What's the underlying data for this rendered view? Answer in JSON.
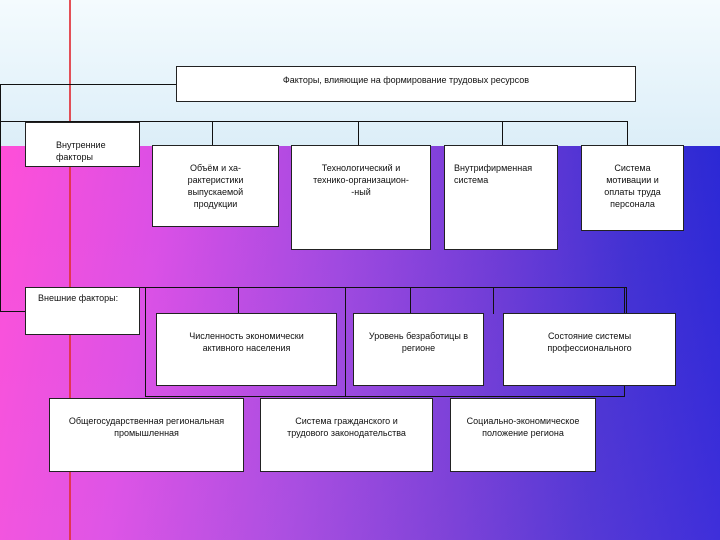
{
  "title": "Факторы, влияющие на формирование трудовых ресурсов",
  "internal": {
    "label": "Внутренние\nфакторы",
    "items": [
      "Объём и ха-\nрактеристики\nвыпускаемой\nпродукции",
      "Технологический и\nтехнико-организацион-\n-ный",
      "Внутрифирменная\nсистема",
      "Система\nмотивации и\nоплаты труда\nперсонала"
    ]
  },
  "external": {
    "label": "Внешние факторы:",
    "row1": [
      "Численность экономически\nактивного населения",
      "Уровень безработицы в\nрегионе",
      "Состояние системы\nпрофессионального"
    ],
    "row2": [
      "Общегосударственная региональная\nпромышленная",
      "Система гражданского и\nтрудового законодательства",
      "Социально-экономическое\nположение региона"
    ]
  }
}
